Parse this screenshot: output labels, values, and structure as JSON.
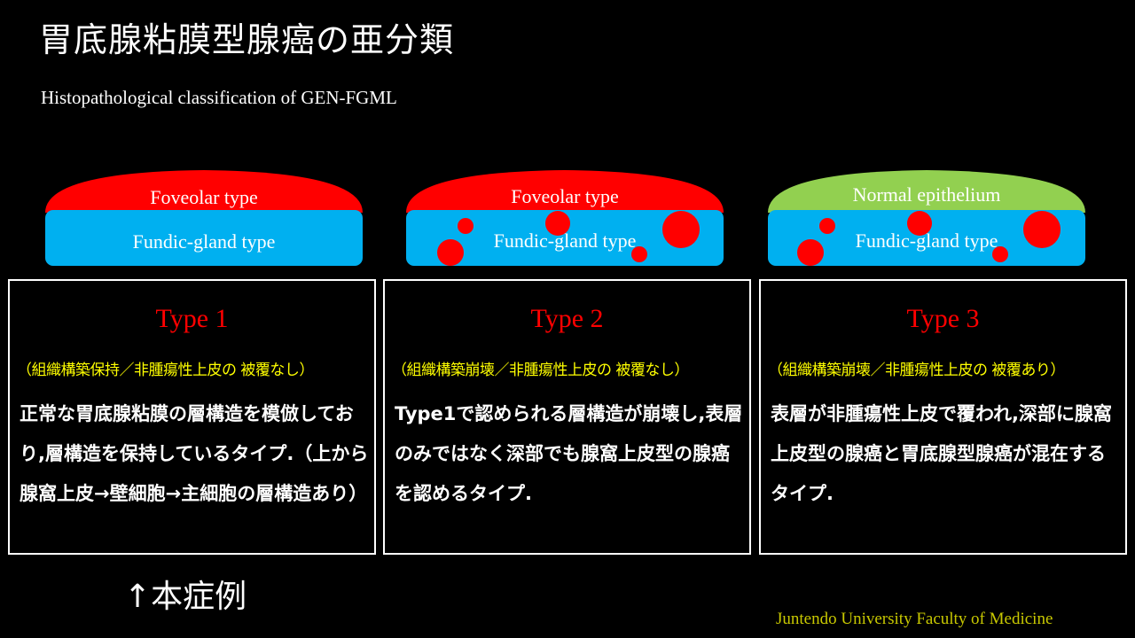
{
  "header": {
    "title": "胃底腺粘膜型腺癌の亜分類",
    "subtitle": "Histopathological classification of GEN-FGML"
  },
  "diagrams": [
    {
      "cap_label": "Foveolar type",
      "base_label": "Fundic-gland type",
      "cap_color": "#ff0000",
      "base_color": "#00b0f0",
      "lesions": false
    },
    {
      "cap_label": "Foveolar type",
      "base_label": "Fundic-gland type",
      "cap_color": "#ff0000",
      "base_color": "#00b0f0",
      "lesions": true
    },
    {
      "cap_label": "Normal epithelium",
      "base_label": "Fundic-gland type",
      "cap_color": "#92d050",
      "base_color": "#00b0f0",
      "lesions": true
    }
  ],
  "panels": [
    {
      "title": "Type 1",
      "subtitle": "（組織構築保持／非腫瘍性上皮の 被覆なし）",
      "body": "正常な胃底腺粘膜の層構造を模倣しており,層構造を保持しているタイプ.（上から腺窩上皮→壁細胞→主細胞の層構造あり）"
    },
    {
      "title": "Type 2",
      "subtitle": "（組織構築崩壊／非腫瘍性上皮の 被覆なし）",
      "body": "Type1で認められる層構造が崩壊し,表層のみではなく深部でも腺窩上皮型の腺癌を認めるタイプ."
    },
    {
      "title": "Type 3",
      "subtitle": "（組織構築崩壊／非腫瘍性上皮の 被覆あり）",
      "body": "表層が非腫瘍性上皮で覆われ,深部に腺窩上皮型の腺癌と胃底腺型腺癌が混在するタイプ."
    }
  ],
  "case_note": "↑本症例",
  "footer": "Juntendo University Faculty of Medicine"
}
